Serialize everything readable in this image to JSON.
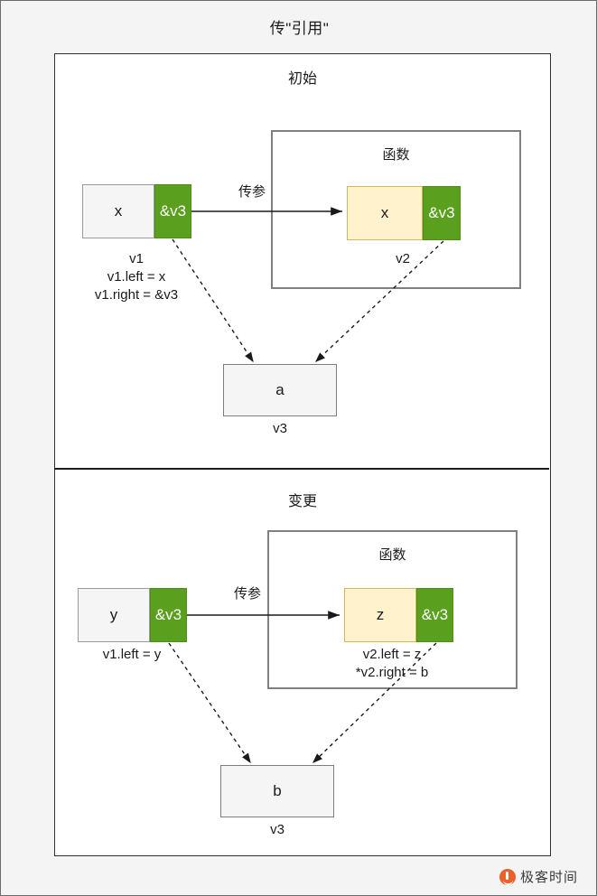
{
  "diagram": {
    "title": "传\"引用\"",
    "watermark": "极客时间",
    "colors": {
      "green": "#5AA01E",
      "yellow": "#FFF2CC",
      "yellow_border": "#D6B656",
      "gray_fill": "#F5F5F5",
      "page_bg": "#F4F4F4",
      "logo_orange": "#E8622C"
    }
  },
  "sections": {
    "initial": {
      "heading": "初始",
      "function_label": "函数",
      "pass_label": "传参",
      "caller_var": {
        "left_cell": "x",
        "right_cell": "&v3",
        "name": "v1",
        "detail_line1": "v1.left = x",
        "detail_line2": "v1.right = &v3"
      },
      "callee_var": {
        "left_cell": "x",
        "right_cell": "&v3",
        "name": "v2"
      },
      "target": {
        "value": "a",
        "name": "v3"
      }
    },
    "change": {
      "heading": "变更",
      "function_label": "函数",
      "pass_label": "传参",
      "caller_var": {
        "left_cell": "y",
        "right_cell": "&v3",
        "detail_line1": "v1.left = y"
      },
      "callee_var": {
        "left_cell": "z",
        "right_cell": "&v3",
        "detail_line1": "v2.left = z",
        "detail_line2": "*v2.right = b"
      },
      "target": {
        "value": "b",
        "name": "v3"
      }
    }
  }
}
